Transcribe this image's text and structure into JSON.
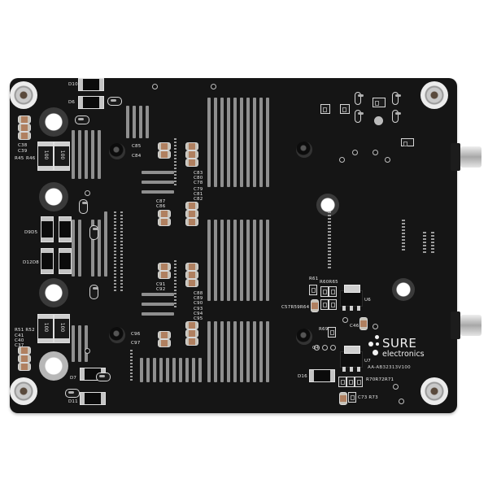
{
  "scene": {
    "description": "Product photo of the underside of a black audio amplifier PCB on white background",
    "board_color": "#151515",
    "background_color": "#ffffff",
    "silkscreen_color": "#e8e8e8"
  },
  "branding": {
    "brand_line1": "SURE",
    "brand_line2": "electronics",
    "part_number": "AA-AB32313V100"
  },
  "labels": {
    "d10": "D10",
    "d6": "D6",
    "r46": "R46",
    "r45": "R45",
    "c38": "C38",
    "c39": "C39",
    "c85": "C85",
    "c84": "C84",
    "c83": "C83",
    "c80": "C80",
    "c78": "C78",
    "c79": "C79",
    "c81": "C81",
    "c82": "C82",
    "c87": "C87",
    "c86": "C86",
    "c91": "C91",
    "c92": "C92",
    "c88": "C88",
    "c89": "C89",
    "c90": "C90",
    "c93": "C93",
    "c94": "C94",
    "c95": "C95",
    "c96": "C96",
    "c97": "C97",
    "d9d5": "D9D5",
    "d12d8": "D12D8",
    "r51r52": "R51 R52",
    "c41": "C41",
    "c40": "C40",
    "c37": "C37",
    "d7": "D7",
    "d11": "D11",
    "r61": "R61",
    "r60r65": "R60R65",
    "c57r59r64": "C57R59R64",
    "u6": "U6",
    "c46": "C46",
    "r69": "R69",
    "q4": "Q4",
    "u7": "U7",
    "d16": "D16",
    "r70r72r71": "R70R72R71",
    "c73r73": "C73 R73",
    "res_value": "100"
  }
}
